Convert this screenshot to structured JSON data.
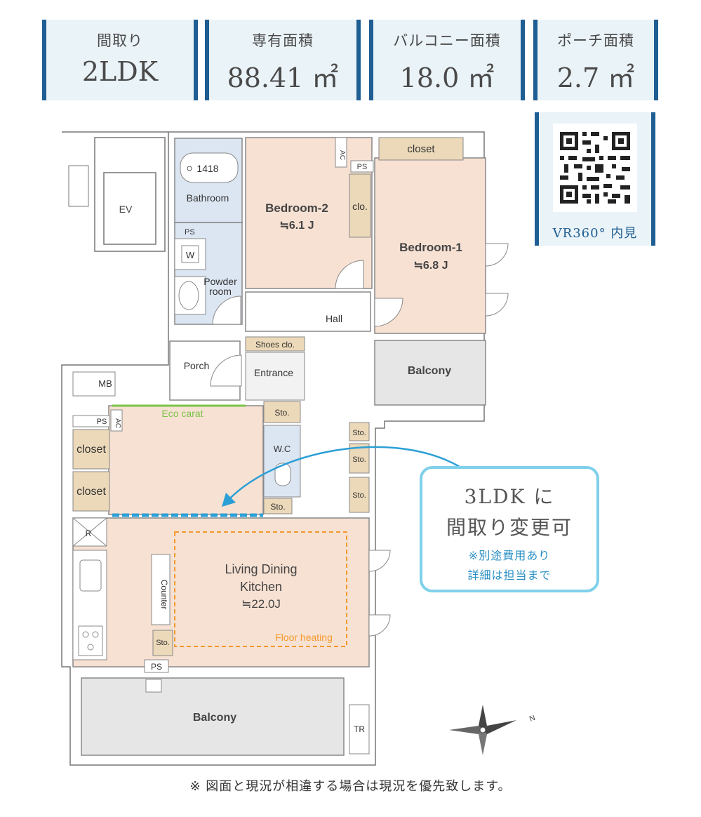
{
  "stats": [
    {
      "label": "間取り",
      "value": "2LDK"
    },
    {
      "label": "専有面積",
      "value": "88.41 ㎡"
    },
    {
      "label": "バルコニー面積",
      "value": "18.0 ㎡"
    },
    {
      "label": "ポーチ面積",
      "value": "2.7 ㎡"
    }
  ],
  "vr": {
    "label": "VR360° 内見"
  },
  "rooms": {
    "ev": "EV",
    "bath_num": "1418",
    "bathroom": "Bathroom",
    "ps": "PS",
    "wm": "W",
    "powder_1": "Powder",
    "powder_2": "room",
    "bedroom2": "Bedroom-2",
    "bedroom2_size": "≒6.1 J",
    "clo": "clo.",
    "ac": "AC",
    "closet": "closet",
    "bedroom1": "Bedroom-1",
    "bedroom1_size": "≒6.8 J",
    "hall": "Hall",
    "shoes": "Shoes clo.",
    "entrance": "Entrance",
    "porch": "Porch",
    "mb": "MB",
    "balcony": "Balcony",
    "eco": "Eco carat",
    "sto": "Sto.",
    "wc": "W.C",
    "refrigerator": "R",
    "ldk_1": "Living Dining",
    "ldk_2": "Kitchen",
    "ldk_size": "≒22.0J",
    "counter": "Counter",
    "floor_heating": "Floor heating",
    "tr": "TR",
    "north": "N"
  },
  "callout": {
    "line1": "3LDK に",
    "line2": "間取り変更可",
    "line3": "※別途費用あり",
    "line4": "詳細は担当まで"
  },
  "note": "※ 図面と現況が相違する場合は現況を優先致します。",
  "colors": {
    "accent": "#1f5e93",
    "bedroom": "#f7e1d3",
    "wet": "#dce6f2",
    "ldk": "#f7e1d3",
    "closet": "#ecd9b9",
    "balcony": "#e6e6e6",
    "eco": "#7cc24a",
    "floor_heating": "#f19a2b",
    "callout": "#7fd0ea"
  }
}
